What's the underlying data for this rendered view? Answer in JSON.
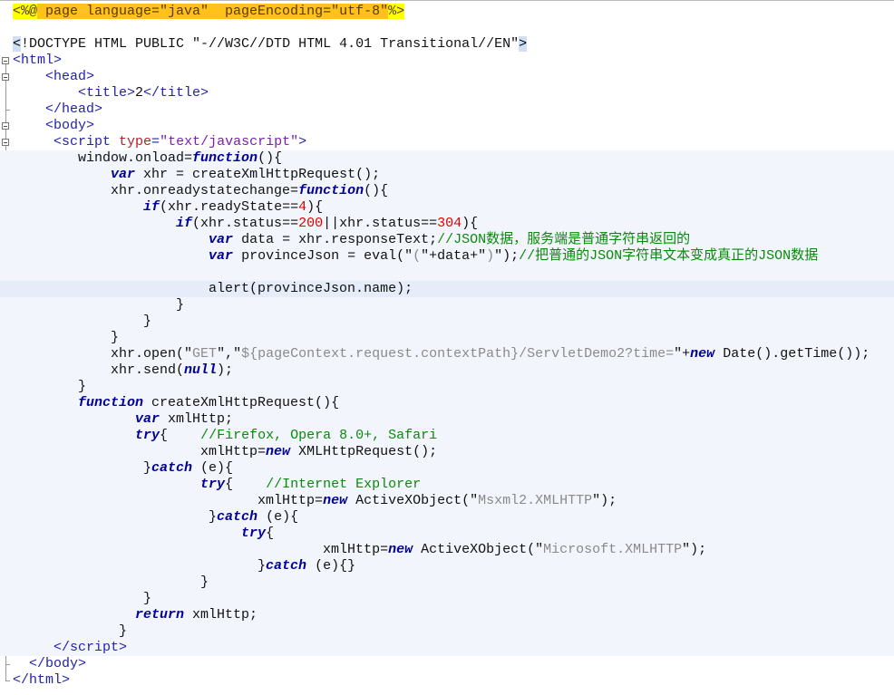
{
  "editor": {
    "current_line": 18,
    "lines": [
      [
        [
          "jspd",
          "<%@"
        ],
        [
          "jsp",
          " page language=\"java\"  pageEncoding=\"utf-8\""
        ],
        [
          "jspd",
          "%>"
        ]
      ],
      [],
      [
        [
          "dtb",
          "<"
        ],
        [
          "plain",
          "!DOCTYPE HTML PUBLIC \"-//W3C//DTD HTML 4.01 Transitional//EN\""
        ],
        [
          "dtb",
          ">"
        ]
      ],
      [
        [
          "tag",
          "<html>"
        ]
      ],
      [
        [
          "plain",
          "    "
        ],
        [
          "tag",
          "<head>"
        ]
      ],
      [
        [
          "plain",
          "        "
        ],
        [
          "tag",
          "<title>"
        ],
        [
          "plain",
          "2"
        ],
        [
          "tag",
          "</title>"
        ]
      ],
      [
        [
          "plain",
          "    "
        ],
        [
          "tag",
          "</head>"
        ]
      ],
      [
        [
          "plain",
          "    "
        ],
        [
          "tag",
          "<body>"
        ]
      ],
      [
        [
          "plain",
          "     "
        ],
        [
          "tag",
          "<script "
        ],
        [
          "attr",
          "type"
        ],
        [
          "tag",
          "="
        ],
        [
          "aval",
          "\"text/javascript\""
        ],
        [
          "tag",
          ">"
        ]
      ],
      [
        [
          "plain",
          "        window.onload="
        ],
        [
          "kw",
          "function"
        ],
        [
          "plain",
          "(){"
        ]
      ],
      [
        [
          "plain",
          "            "
        ],
        [
          "kw",
          "var"
        ],
        [
          "plain",
          " xhr = createXmlHttpRequest();"
        ]
      ],
      [
        [
          "plain",
          "            xhr.onreadystatechange="
        ],
        [
          "kw",
          "function"
        ],
        [
          "plain",
          "(){"
        ]
      ],
      [
        [
          "plain",
          "                "
        ],
        [
          "kw",
          "if"
        ],
        [
          "plain",
          "(xhr.readyState=="
        ],
        [
          "num",
          "4"
        ],
        [
          "plain",
          "){"
        ]
      ],
      [
        [
          "plain",
          "                    "
        ],
        [
          "kw",
          "if"
        ],
        [
          "plain",
          "(xhr.status=="
        ],
        [
          "num",
          "200"
        ],
        [
          "plain",
          "||xhr.status=="
        ],
        [
          "num",
          "304"
        ],
        [
          "plain",
          "){"
        ]
      ],
      [
        [
          "plain",
          "                        "
        ],
        [
          "kw",
          "var"
        ],
        [
          "plain",
          " data = xhr.responseText;"
        ],
        [
          "com",
          "//JSON数据，服务端是普通字符串返回的"
        ]
      ],
      [
        [
          "plain",
          "                        "
        ],
        [
          "kw",
          "var"
        ],
        [
          "plain",
          " provinceJson = eval(\""
        ],
        [
          "str",
          "("
        ],
        [
          "plain",
          "\"+data+\""
        ],
        [
          "str",
          ")"
        ],
        [
          "plain",
          "\");"
        ],
        [
          "com",
          "//把普通的JSON字符串文本变成真正的JSON数据"
        ]
      ],
      [],
      [
        [
          "plain",
          "                        alert(provinceJson.name);"
        ]
      ],
      [
        [
          "plain",
          "                    }"
        ]
      ],
      [
        [
          "plain",
          "                }"
        ]
      ],
      [
        [
          "plain",
          "            }"
        ]
      ],
      [
        [
          "plain",
          "            xhr.open(\""
        ],
        [
          "str",
          "GET"
        ],
        [
          "plain",
          "\",\""
        ],
        [
          "str",
          "${pageContext.request.contextPath}/ServletDemo2?time="
        ],
        [
          "plain",
          "\"+"
        ],
        [
          "kw",
          "new"
        ],
        [
          "plain",
          " Date().getTime());"
        ]
      ],
      [
        [
          "plain",
          "            xhr.send("
        ],
        [
          "kw",
          "null"
        ],
        [
          "plain",
          ");"
        ]
      ],
      [
        [
          "plain",
          "        }"
        ]
      ],
      [
        [
          "plain",
          "        "
        ],
        [
          "kw",
          "function"
        ],
        [
          "plain",
          " createXmlHttpRequest(){"
        ]
      ],
      [
        [
          "plain",
          "               "
        ],
        [
          "kw",
          "var"
        ],
        [
          "plain",
          " xmlHttp;"
        ]
      ],
      [
        [
          "plain",
          "               "
        ],
        [
          "kw",
          "try"
        ],
        [
          "plain",
          "{    "
        ],
        [
          "com",
          "//Firefox, Opera 8.0+, Safari"
        ]
      ],
      [
        [
          "plain",
          "                       xmlHttp="
        ],
        [
          "kw",
          "new"
        ],
        [
          "plain",
          " XMLHttpRequest();"
        ]
      ],
      [
        [
          "plain",
          "                }"
        ],
        [
          "kw",
          "catch"
        ],
        [
          "plain",
          " (e){"
        ]
      ],
      [
        [
          "plain",
          "                       "
        ],
        [
          "kw",
          "try"
        ],
        [
          "plain",
          "{    "
        ],
        [
          "com",
          "//Internet Explorer"
        ]
      ],
      [
        [
          "plain",
          "                              xmlHttp="
        ],
        [
          "kw",
          "new"
        ],
        [
          "plain",
          " ActiveXObject(\""
        ],
        [
          "str",
          "Msxml2.XMLHTTP"
        ],
        [
          "plain",
          "\");"
        ]
      ],
      [
        [
          "plain",
          "                        }"
        ],
        [
          "kw",
          "catch"
        ],
        [
          "plain",
          " (e){"
        ]
      ],
      [
        [
          "plain",
          "                            "
        ],
        [
          "kw",
          "try"
        ],
        [
          "plain",
          "{"
        ]
      ],
      [
        [
          "plain",
          "                                      xmlHttp="
        ],
        [
          "kw",
          "new"
        ],
        [
          "plain",
          " ActiveXObject(\""
        ],
        [
          "str",
          "Microsoft.XMLHTTP"
        ],
        [
          "plain",
          "\");"
        ]
      ],
      [
        [
          "plain",
          "                              }"
        ],
        [
          "kw",
          "catch"
        ],
        [
          "plain",
          " (e){}"
        ]
      ],
      [
        [
          "plain",
          "                       }"
        ]
      ],
      [
        [
          "plain",
          "                }"
        ]
      ],
      [
        [
          "plain",
          "               "
        ],
        [
          "kw",
          "return"
        ],
        [
          "plain",
          " xmlHttp;"
        ]
      ],
      [
        [
          "plain",
          "             }"
        ]
      ],
      [
        [
          "plain",
          "     "
        ],
        [
          "tag",
          "</script>"
        ]
      ],
      [
        [
          "plain",
          "  "
        ],
        [
          "tag",
          "</body>"
        ]
      ],
      [
        [
          "tag",
          "</html>"
        ]
      ]
    ]
  }
}
